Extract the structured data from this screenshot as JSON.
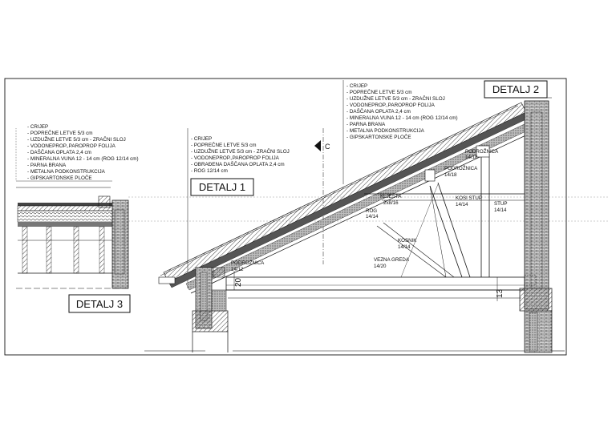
{
  "detail1": {
    "title": "DETALJ 1",
    "notes": [
      "- CRIJEP",
      "- POPREČNE LETVE 5/3 cm",
      "- UZDUŽNE LETVE 5/3 cm - ZRAČNI SLOJ",
      "- VODONEPROP.,PAROPROP FOLIJA",
      "- OBRAĐENA DAŠČANA OPLATA  2,4 cm",
      "- ROG 12/14 cm"
    ]
  },
  "detail2": {
    "title": "DETALJ 2",
    "notes": [
      "- CRIJEP",
      "- POPREČNE LETVE 5/3 cm",
      "- UZDUŽNE LETVE 5/3 cm - ZRAČNI SLOJ",
      "- VODONEPROP.,PAROPROP FOLIJA",
      "- DAŠČANA OPLATA  2,4 cm",
      "- MINERALNA VUNA 12 - 14 cm (ROG 12/14 cm)",
      "- PARNA BRANA",
      "- METALNA PODKONSTRUKCIJA",
      "- GIPSKARTONSKE PLOČE"
    ]
  },
  "detail3": {
    "title": "DETALJ 3",
    "notes": [
      "- CRIJEP",
      "- POPREČNE LETVE 5/3 cm",
      "- UZDUŽNE LETVE 5/3 cm - ZRAČNI SLOJ",
      "- VODONEPROP.,PAROPROP FOLIJA",
      "- DAŠČANA OPLATA  2,4 cm",
      "- MINERALNA VUNA 12 - 14 cm (ROG 12/14 cm)",
      "- PARNA BRANA",
      "- METALNA PODKONSTRUKCIJA",
      "- GIPSKARTONSKE PLOČE"
    ]
  },
  "section_marker": "C",
  "members": {
    "podroznica_top_name": "PODROŽNICA",
    "podroznica_top_size": "14/18",
    "podroznica_mid_name": "PODROŽNICA",
    "podroznica_mid_size": "14/18",
    "kljesta_name": "KLJEŠTA",
    "kljesta_size": "2x8/16",
    "kosi_stup_name": "KOSI STUP",
    "kosi_stup_size": "14/14",
    "stup_name": "STUP",
    "stup_size": "14/14",
    "rog_name": "ROG",
    "rog_size": "14/14",
    "kosnik_name": "KOSNIK",
    "kosnik_size": "14/14",
    "vezna_greda_name": "VEZNA GREDA",
    "vezna_greda_size": "14/20",
    "podroznica_low_name": "PODROŽNICA",
    "podroznica_low_size": "14/12"
  },
  "dimensions": {
    "left": "20",
    "right": "13"
  },
  "colors": {
    "ink": "#111111",
    "hatch": "#555555",
    "fill_light": "#d9d9d9",
    "fill_dark": "#9a9a9a"
  }
}
